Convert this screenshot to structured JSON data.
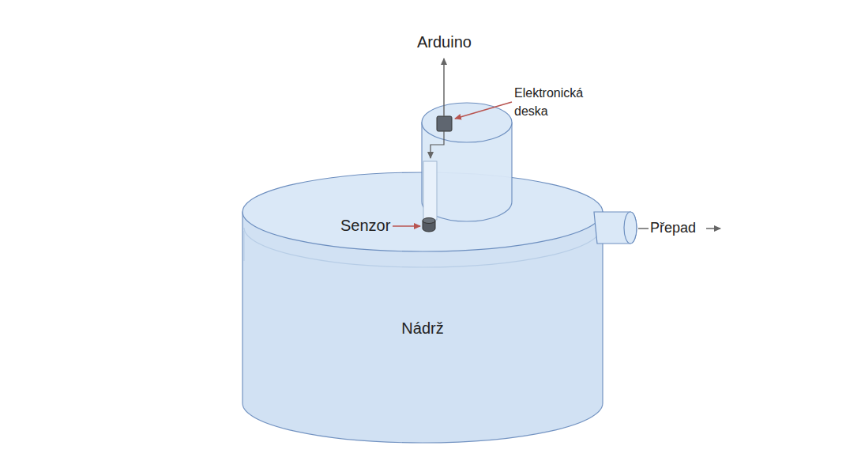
{
  "diagram": {
    "nodes": [
      {
        "text": [
          "Nádrž"
        ]
      }
    ],
    "labels": [
      "Arduino",
      "Elektronická deska",
      "Senzor",
      "Přepad"
    ]
  }
}
